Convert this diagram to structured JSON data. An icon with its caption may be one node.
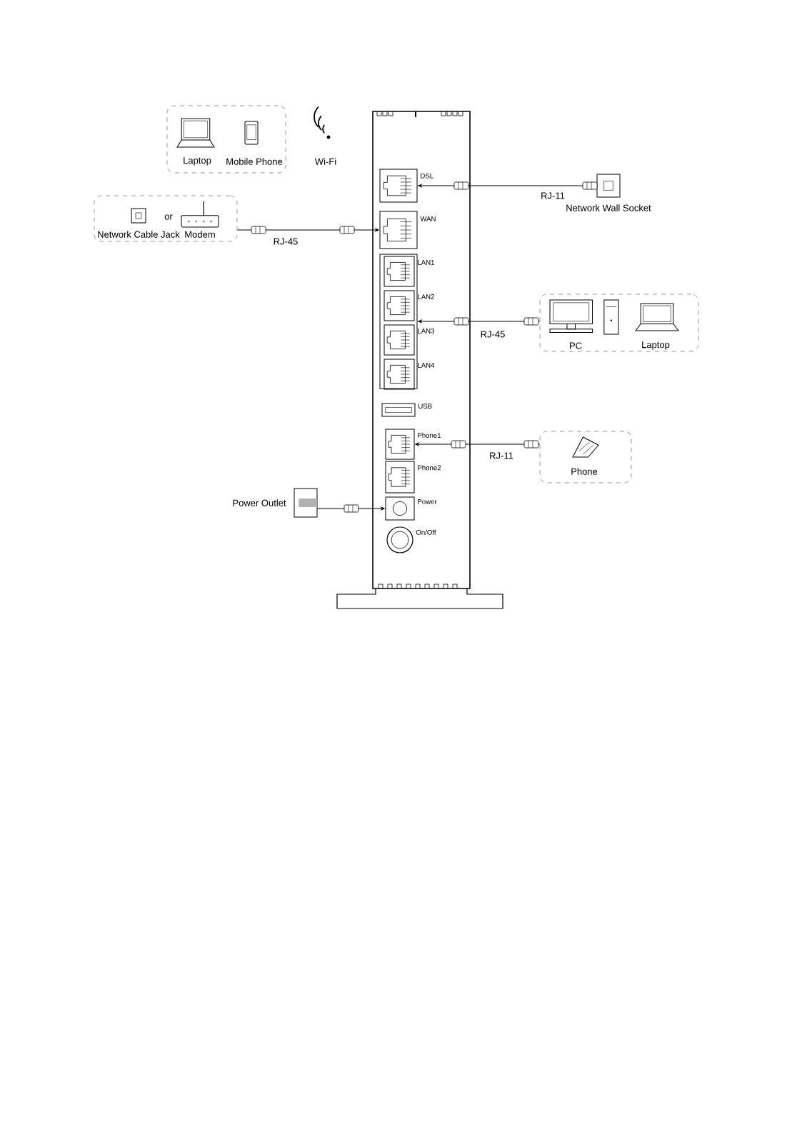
{
  "diagram": {
    "nodes": [
      {
        "text": [],
        "shape": "box"
      },
      {
        "text": [],
        "shape": "picture",
        "beside": [
          "Laptop"
        ],
        "in": 0
      },
      {
        "text": [],
        "shape": "picture",
        "beside": [
          "Mobile Phone"
        ],
        "in": 0
      },
      {
        "text": [],
        "shape": "box"
      },
      {
        "text": [],
        "shape": "picture",
        "beside": [
          "Network Cable Jack"
        ],
        "in": 3
      },
      {
        "text": [],
        "shape": "picture",
        "beside": [
          "Modem"
        ],
        "in": 3
      },
      {
        "text": [],
        "shape": "box"
      },
      {
        "text": [],
        "shape": "box",
        "beside": [
          "DSL"
        ],
        "in": 6
      },
      {
        "text": [],
        "shape": "box",
        "beside": [
          "WAN"
        ],
        "in": 6
      },
      {
        "text": [],
        "shape": "box",
        "in": 6
      },
      {
        "text": [],
        "shape": "box",
        "beside": [
          "LAN1"
        ],
        "in": 9
      },
      {
        "text": [],
        "shape": "box",
        "beside": [
          "LAN2"
        ],
        "in": 9
      },
      {
        "text": [],
        "shape": "box",
        "beside": [
          "LAN3"
        ],
        "in": 9
      },
      {
        "text": [],
        "shape": "box",
        "beside": [
          "LAN4"
        ],
        "in": 9
      },
      {
        "text": [],
        "shape": "box",
        "beside": [
          "USB"
        ],
        "in": 6
      },
      {
        "text": [],
        "shape": "box",
        "beside": [
          "Phone1"
        ],
        "in": 6
      },
      {
        "text": [],
        "shape": "box",
        "beside": [
          "Phone2"
        ],
        "in": 6
      },
      {
        "text": [],
        "shape": "box",
        "beside": [
          "Power"
        ],
        "in": 6
      },
      {
        "text": [],
        "shape": "circle",
        "beside": [
          "On/Off"
        ],
        "in": 6
      },
      {
        "text": [],
        "shape": "picture",
        "beside": [
          "Network Wall Socket"
        ]
      },
      {
        "text": [],
        "shape": "box"
      },
      {
        "text": [],
        "shape": "picture",
        "beside": [
          "PC"
        ],
        "in": 20
      },
      {
        "text": [],
        "shape": "picture",
        "beside": [
          "Laptop"
        ],
        "in": 20
      },
      {
        "text": [],
        "shape": "box"
      },
      {
        "text": [],
        "shape": "picture",
        "beside": [
          "Phone"
        ],
        "in": 23
      },
      {
        "text": [],
        "shape": "picture",
        "beside": [
          "Power Outlet"
        ]
      }
    ],
    "edges": [
      {
        "from": 3,
        "to": 8,
        "arrow": "to",
        "label": "RJ-45"
      },
      {
        "from": 19,
        "to": 7,
        "arrow": "to",
        "label": "RJ-11"
      },
      {
        "from": 20,
        "to": 9,
        "arrow": "to",
        "label": "RJ-45"
      },
      {
        "from": 23,
        "to": 15,
        "arrow": "to",
        "label": "RJ-11"
      },
      {
        "from": 25,
        "to": 17,
        "arrow": "to"
      }
    ],
    "labels": [
      "Wi-Fi",
      "or"
    ]
  }
}
